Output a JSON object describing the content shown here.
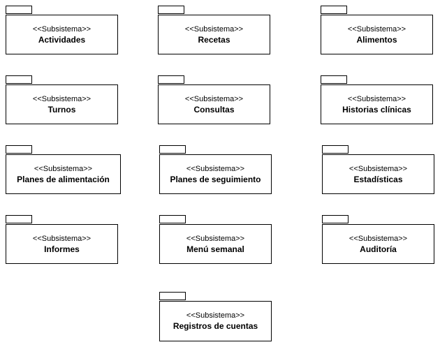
{
  "diagram": {
    "packages": [
      {
        "stereotype": "<<Subsistema>>",
        "name": "Actividades"
      },
      {
        "stereotype": "<<Subsistema>>",
        "name": "Recetas"
      },
      {
        "stereotype": "<<Subsistema>>",
        "name": "Alimentos"
      },
      {
        "stereotype": "<<Subsistema>>",
        "name": "Turnos"
      },
      {
        "stereotype": "<<Subsistema>>",
        "name": "Consultas"
      },
      {
        "stereotype": "<<Subsistema>>",
        "name": "Historias clínicas"
      },
      {
        "stereotype": "<<Subsistema>>",
        "name": "Planes de alimentación"
      },
      {
        "stereotype": "<<Subsistema>>",
        "name": "Planes de seguimiento"
      },
      {
        "stereotype": "<<Subsistema>>",
        "name": "Estadísticas"
      },
      {
        "stereotype": "<<Subsistema>>",
        "name": "Informes"
      },
      {
        "stereotype": "<<Subsistema>>",
        "name": "Menú semanal"
      },
      {
        "stereotype": "<<Subsistema>>",
        "name": "Auditoría"
      },
      {
        "stereotype": "<<Subsistema>>",
        "name": "Registros de cuentas"
      }
    ]
  }
}
